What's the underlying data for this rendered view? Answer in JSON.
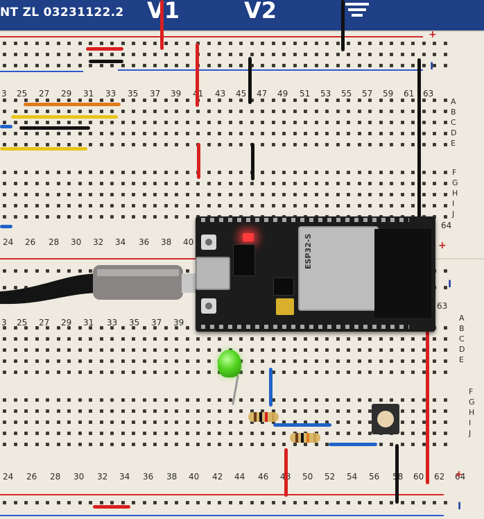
{
  "board_header": {
    "label": "NT ZL 03231122.2",
    "v1_label": "V1",
    "v2_label": "V2"
  },
  "upper_board": {
    "rail_plus": "+",
    "rail_minus": "I",
    "top_numbers": [
      "3",
      "25",
      "27",
      "29",
      "31",
      "33",
      "35",
      "37",
      "39",
      "41",
      "43",
      "45",
      "47",
      "49",
      "51",
      "53",
      "55",
      "57",
      "59",
      "61",
      "63"
    ],
    "rows_abcde": [
      "A",
      "B",
      "C",
      "D",
      "E"
    ],
    "rows_fghij": [
      "F",
      "G",
      "H",
      "I",
      "J"
    ],
    "bottom_numbers": [
      "24",
      "26",
      "28",
      "30",
      "32",
      "34",
      "36",
      "38",
      "40"
    ],
    "end_number": "64"
  },
  "lower_board": {
    "rail_plus": "+",
    "rail_minus": "I",
    "top_numbers": [
      "3",
      "25",
      "27",
      "29",
      "31",
      "33",
      "35",
      "37",
      "39"
    ],
    "end_number": "63",
    "rows_abcde": [
      "A",
      "B",
      "C",
      "D",
      "E"
    ],
    "rows_fghij": [
      "F",
      "G",
      "H",
      "I",
      "J"
    ],
    "bottom_numbers": [
      "24",
      "26",
      "28",
      "30",
      "32",
      "34",
      "36",
      "38",
      "40",
      "42",
      "44",
      "46",
      "48",
      "50",
      "52",
      "54",
      "56",
      "58",
      "60",
      "62",
      "64"
    ],
    "bottom_rail_plus": "+",
    "bottom_rail_minus": "I"
  },
  "esp32_module": {
    "shield_label": "ESP32-S"
  },
  "colors": {
    "wire_red": "#d82020",
    "wire_black": "#111111",
    "wire_blue": "#1f63c8",
    "wire_orange": "#e07b1a",
    "wire_yellow": "#e8c51a",
    "rail_blue_band": "#1f3f86",
    "led_green": "#51d21e"
  }
}
